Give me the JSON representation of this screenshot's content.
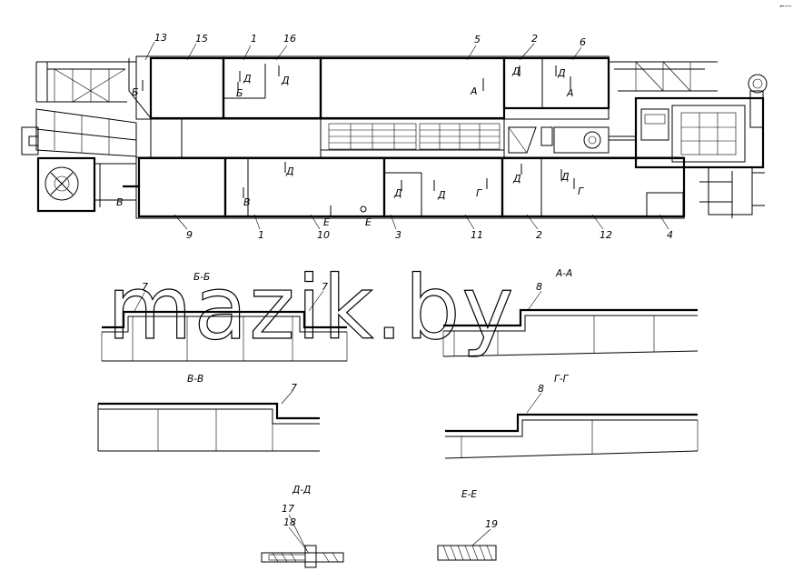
{
  "corner_mark": "⌐---",
  "watermark": "mazik.by",
  "callouts": {
    "c13": "13",
    "c15": "15",
    "c1_top": "1",
    "c16": "16",
    "c5": "5",
    "c2_top": "2",
    "c6": "6",
    "c9": "9",
    "c1_bot": "1",
    "c10": "10",
    "c3": "3",
    "c11": "11",
    "c2_bot": "2",
    "c12": "12",
    "c4": "4",
    "c7_bb_a": "7",
    "c7_bb_b": "7",
    "c8_aa": "8",
    "c7_vv": "7",
    "c8_gg": "8",
    "c17": "17",
    "c18": "18",
    "c19": "19"
  },
  "view_markers": {
    "b_left": "Б",
    "d_15": "Д",
    "b_15": "Б",
    "d_16": "Д",
    "a_5": "А",
    "d_2": "Д",
    "d_6": "Д",
    "a_6": "А",
    "v_left": "В",
    "v_9": "В",
    "d_10": "Д",
    "e_10a": "Е",
    "e_10b": "Е",
    "d_3": "Д",
    "d_11": "Д",
    "g_11": "Г",
    "d_2b": "Д",
    "d_12": "Д",
    "g_12": "Г"
  },
  "sections": {
    "bb": "Б-Б",
    "aa": "А-А",
    "vv": "В-В",
    "gg": "Г-Г",
    "dd": "Д-Д",
    "ee": "Е-Е"
  }
}
